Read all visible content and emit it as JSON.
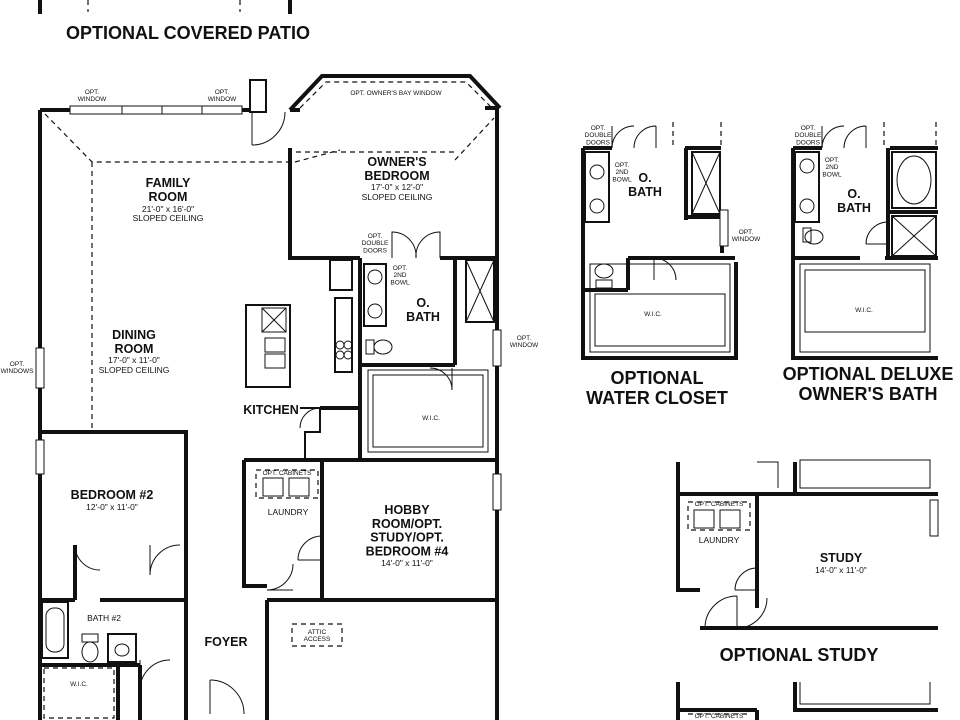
{
  "headings": {
    "covered_patio": "OPTIONAL COVERED PATIO",
    "water_closet": "OPTIONAL\nWATER CLOSET",
    "deluxe_bath": "OPTIONAL DELUXE\nOWNER'S BATH",
    "study": "OPTIONAL STUDY"
  },
  "rooms": {
    "family_room": {
      "name": "FAMILY\nROOM",
      "dims": "21'-0\" x 16'-0\"",
      "note": "SLOPED CEILING"
    },
    "owners_bedroom": {
      "name": "OWNER'S\nBEDROOM",
      "dims": "17'-0\" x 12'-0\"",
      "note": "SLOPED CEILING"
    },
    "dining_room": {
      "name": "DINING\nROOM",
      "dims": "17'-0\" x 11'-0\"",
      "note": "SLOPED CEILING"
    },
    "kitchen": {
      "name": "KITCHEN"
    },
    "bedroom2": {
      "name": "BEDROOM #2",
      "dims": "12'-0\" x 11'-0\""
    },
    "bath2": {
      "name": "BATH #2"
    },
    "laundry": {
      "name": "LAUNDRY"
    },
    "hobby": {
      "name": "HOBBY\nROOM/OPT.\nSTUDY/OPT.\nBEDROOM #4",
      "dims": "14'-0\" x 11'-0\""
    },
    "foyer": {
      "name": "FOYER"
    },
    "o_bath": {
      "name": "O.\nBATH"
    },
    "wic": {
      "name": "W.I.C."
    },
    "study": {
      "name": "STUDY",
      "dims": "14'-0\" x 11'-0\""
    }
  },
  "labels": {
    "opt_window": "OPT.\nWINDOW",
    "opt_windows": "OPT.\nWINDOWS",
    "bay_window": "OPT. OWNER'S BAY WINDOW",
    "double_doors": "OPT.\nDOUBLE\nDOORS",
    "second_bowl": "OPT.\n2ND\nBOWL",
    "opt_cabinets": "OPT. CABINETS",
    "attic_access": "ATTIC\nACCESS"
  }
}
